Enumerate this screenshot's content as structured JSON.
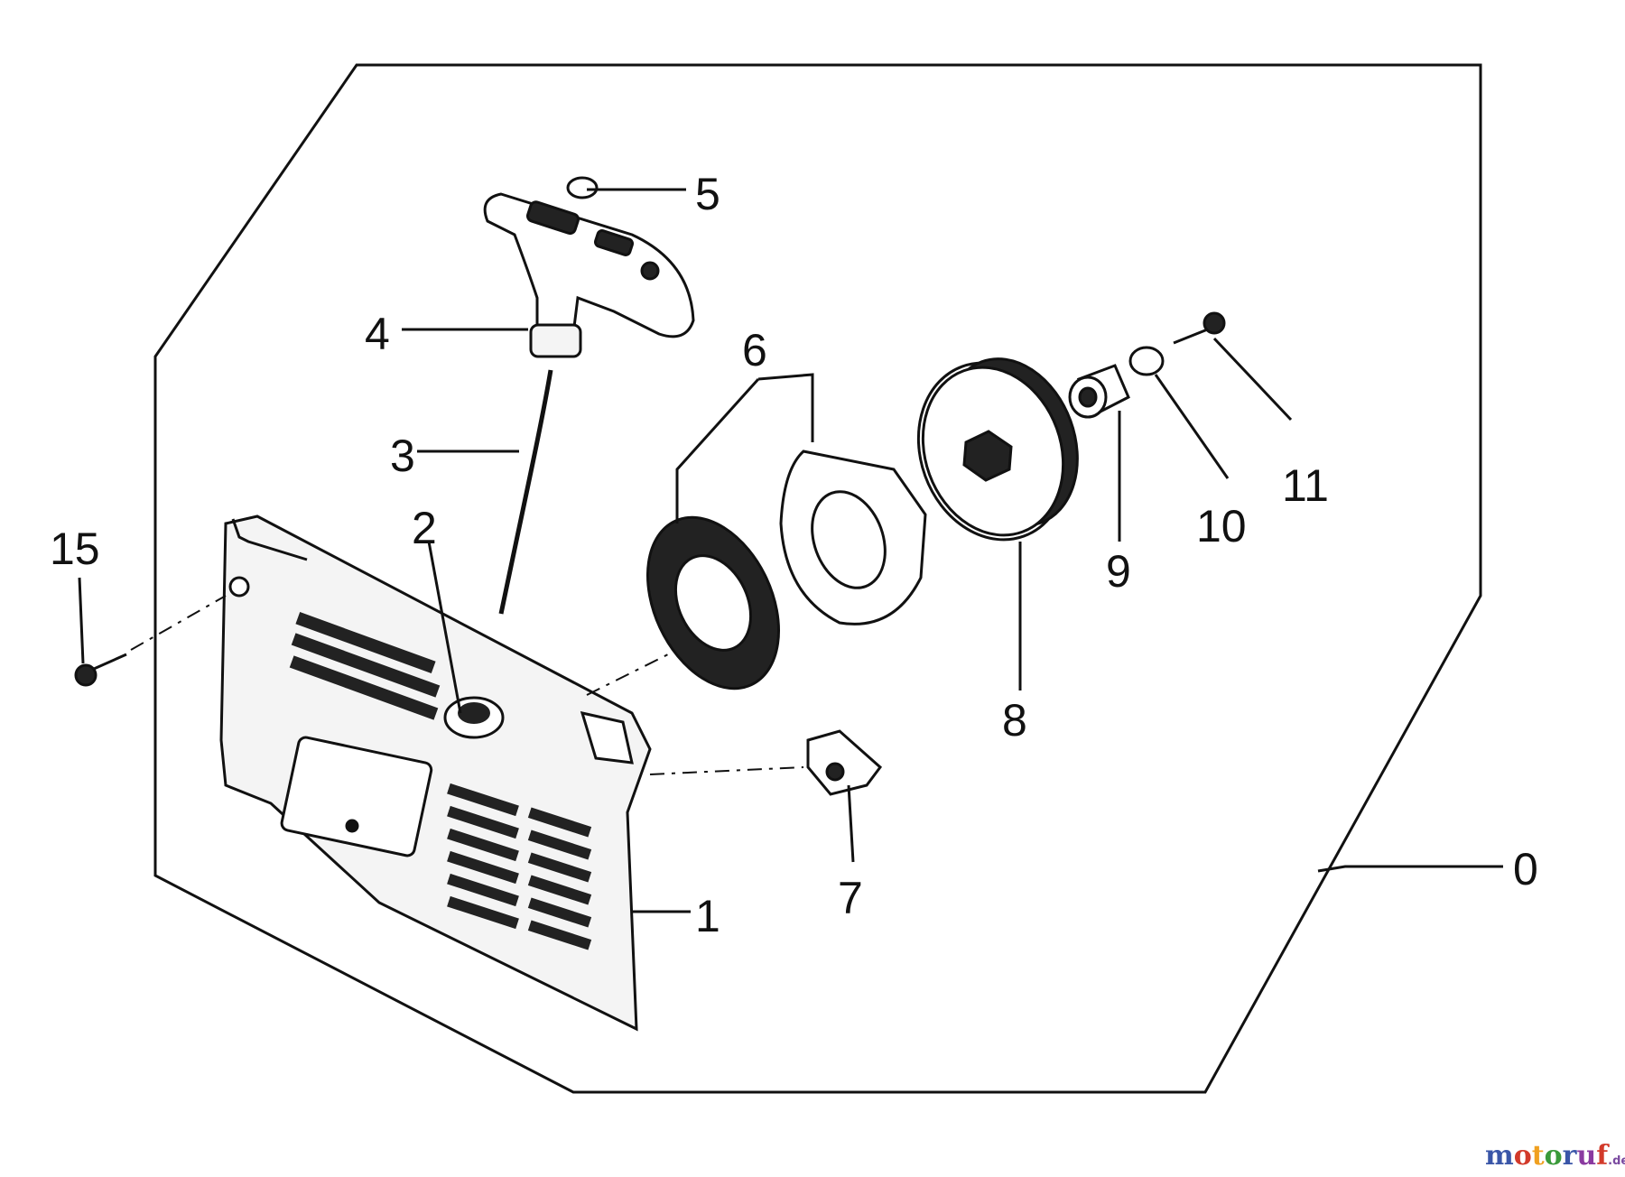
{
  "callouts": [
    {
      "id": "0",
      "label": "0"
    },
    {
      "id": "1",
      "label": "1"
    },
    {
      "id": "2",
      "label": "2"
    },
    {
      "id": "3",
      "label": "3"
    },
    {
      "id": "4",
      "label": "4"
    },
    {
      "id": "5",
      "label": "5"
    },
    {
      "id": "6",
      "label": "6"
    },
    {
      "id": "7",
      "label": "7"
    },
    {
      "id": "8",
      "label": "8"
    },
    {
      "id": "9",
      "label": "9"
    },
    {
      "id": "10",
      "label": "10"
    },
    {
      "id": "11",
      "label": "11"
    },
    {
      "id": "15",
      "label": "15"
    }
  ],
  "watermark": {
    "letters": [
      "m",
      "o",
      "t",
      "o",
      "r",
      "u",
      "f"
    ],
    "colors": [
      "#3a56a8",
      "#d23a2a",
      "#f0a020",
      "#3a9a3a",
      "#3a56a8",
      "#8a3aa0",
      "#d23a2a"
    ],
    "suffix": ".de"
  },
  "colors": {
    "ink": "#111111",
    "background": "#ffffff"
  }
}
